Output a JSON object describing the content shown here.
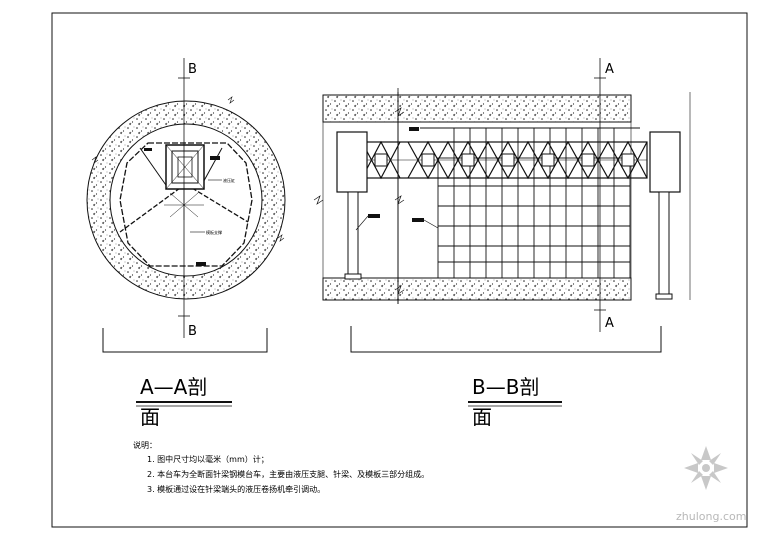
{
  "cut_marks": {
    "left_top": "B",
    "left_bottom": "B",
    "right_top": "A",
    "right_bottom": "A"
  },
  "section_titles": {
    "left_line1": "A—A剖",
    "left_line2": "面",
    "right_line1": "B—B剖",
    "right_line2": "面"
  },
  "leaders": {
    "left_1": "液压缸",
    "left_2": "模板支撑"
  },
  "notes": {
    "heading": "说明：",
    "item_1": "1. 图中尺寸均以毫米（mm）计；",
    "item_2": "2. 本台车为全断面针梁钢模台车，主要由液压支腿、针梁、及模板三部分组成。",
    "item_3": "3. 模板通过设在针梁端头的液压卷扬机牵引调动。"
  },
  "watermark": {
    "text": "zhulong.com"
  },
  "colors": {
    "line": "#111111",
    "watermark": "#b8b8b8"
  }
}
